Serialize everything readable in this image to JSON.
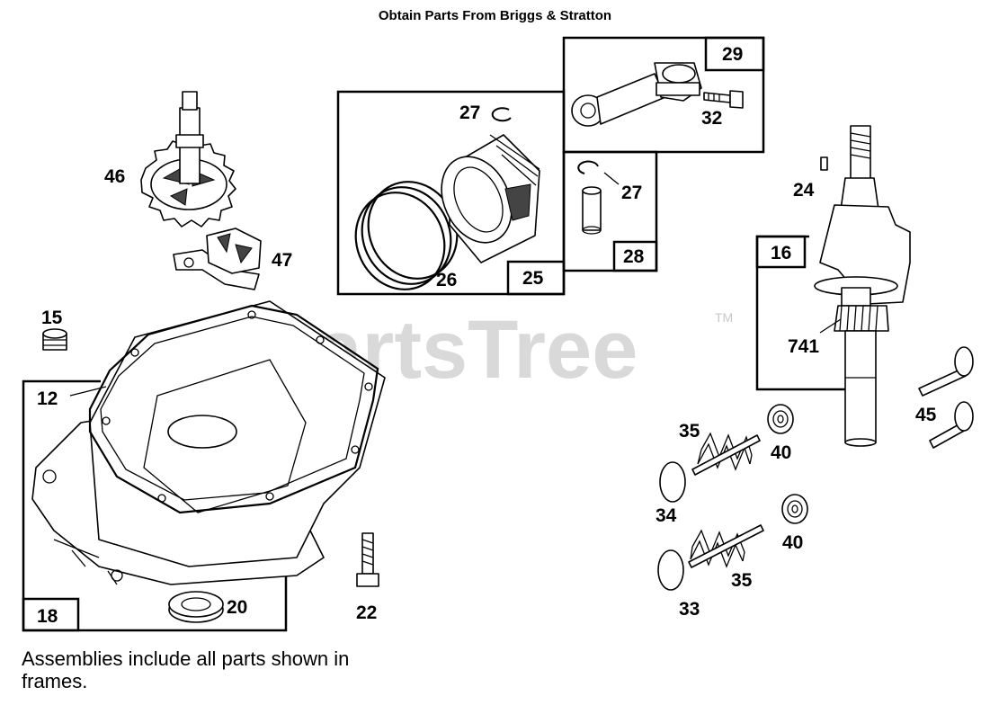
{
  "header": {
    "text": "Obtain Parts From Briggs & Stratton"
  },
  "watermark": {
    "text": "PartsTree",
    "tm": "TM",
    "color": "#d9d9d9"
  },
  "footer": {
    "note": "Assemblies include all parts shown in frames."
  },
  "assembly_labels": {
    "a29": "29",
    "a28": "28",
    "a25": "25",
    "a16": "16",
    "a18": "18"
  },
  "callouts": {
    "c46": "46",
    "c47": "47",
    "c15": "15",
    "c12": "12",
    "c20": "20",
    "c22": "22",
    "c27a": "27",
    "c26": "26",
    "c32": "32",
    "c27b": "27",
    "c24": "24",
    "c741": "741",
    "c45": "45",
    "c35a": "35",
    "c40a": "40",
    "c34": "34",
    "c40b": "40",
    "c35b": "35",
    "c33": "33"
  }
}
